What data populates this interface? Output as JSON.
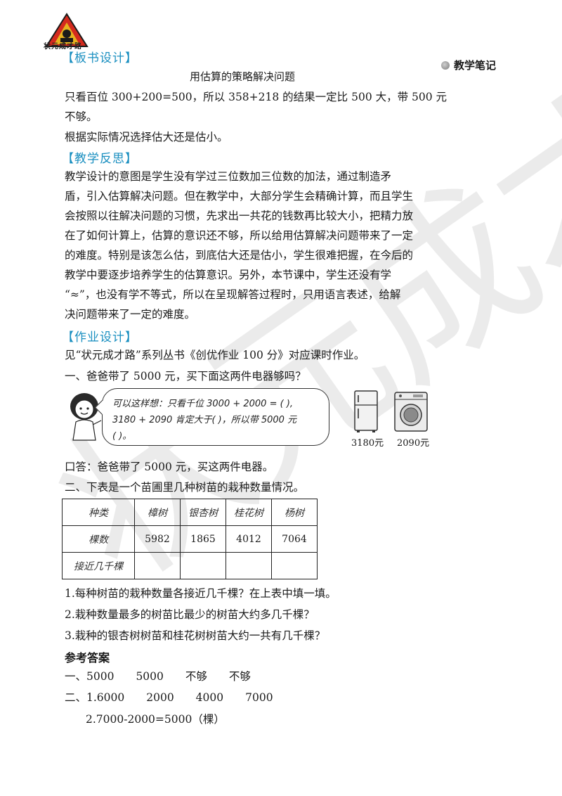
{
  "logo": {
    "text": "状元成才路"
  },
  "sidebar": {
    "label": "教学笔记"
  },
  "board": {
    "heading": "【板书设计】",
    "title": "用估算的策略解决问题",
    "line1": "只看百位 300+200=500，所以 358+218 的结果一定比 500 大，带 500 元",
    "line2": "不够。",
    "line3": "根据实际情况选择估大还是估小。"
  },
  "reflection": {
    "heading": "【教学反思】",
    "lines": [
      "教学设计的意图是学生没有学过三位数加三位数的加法，通过制造矛",
      "盾，引入估算解决问题。但在教学中，大部分学生会精确计算，而且学生",
      "会按照以往解决问题的习惯，先求出一共花的钱数再比较大小，把精力放",
      "在了如何计算上，估算的意识还不够，所以给用估算解决问题带来了一定",
      "的难度。特别是该怎么估，到底估大还是估小，学生很难把握，在今后的",
      "教学中要逐步培养学生的估算意识。另外，本节课中，学生还没有学",
      "“≈”，也没有学不等式，所以在呈现解答过程时，只用语言表述，给解",
      "决问题带来了一定的难度。"
    ]
  },
  "homework": {
    "heading": "【作业设计】",
    "intro": "见“状元成才路”系列丛书《创优作业 100 分》对应课时作业。",
    "q1": "一、爸爸带了 5000 元，买下面这两件电器够吗？",
    "bubble": [
      "可以这样想：只看千位 3000 + 2000 = (          ),",
      "3180 + 2090 肯定大于(          )，所以带 5000 元",
      "(          )。"
    ],
    "fridge_price": "3180元",
    "washer_price": "2090元",
    "answer_line": "口答：爸爸带了 5000 元，买这两件电器。",
    "q2": "二、下表是一个苗圃里几种树苗的栽种数量情况。",
    "table": {
      "headers": [
        "种类",
        "樟树",
        "银杏树",
        "桂花树",
        "杨树"
      ],
      "row1_label": "棵数",
      "row1_values": [
        "5982",
        "1865",
        "4012",
        "7064"
      ],
      "row2_label": "接近几千棵",
      "row2_values": [
        "",
        "",
        "",
        ""
      ]
    },
    "sub1": "1.每种树苗的栽种数量各接近几千棵？在上表中填一填。",
    "sub2": "2.栽种数量最多的树苗比最少的树苗大约多几千棵？",
    "sub3": "3.栽种的银杏树树苗和桂花树树苗大约一共有几千棵？"
  },
  "answers": {
    "heading": "参考答案",
    "line1": "一、5000　　5000　　不够　　不够",
    "line2": "二、1.6000　　2000　　4000　　7000",
    "line3": "2.7000-2000=5000（棵）"
  },
  "watermark": {
    "text": "状元成才路"
  },
  "colors": {
    "accent": "#1a8fc0",
    "logo_red": "#d42a1e",
    "logo_gold": "#e7b21f"
  }
}
